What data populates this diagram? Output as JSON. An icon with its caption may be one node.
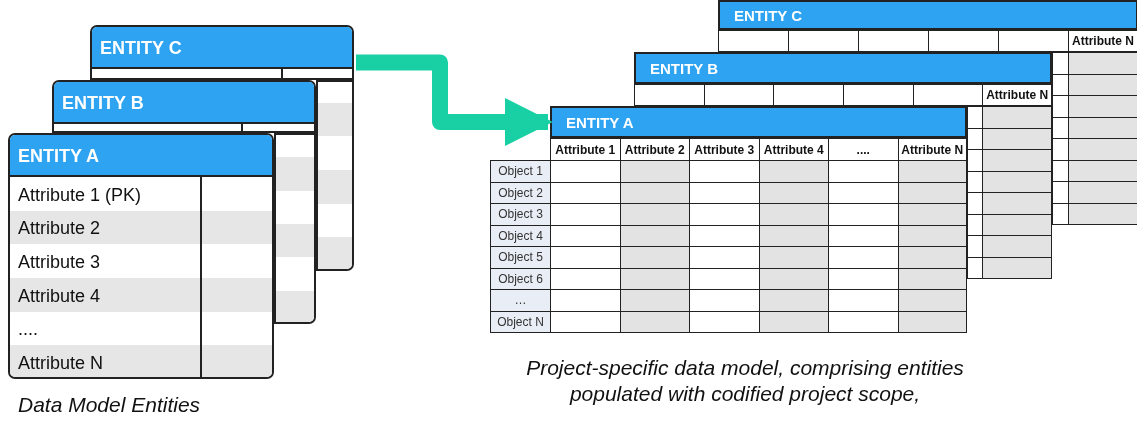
{
  "diagram": {
    "nodes": [
      {
        "text": [
          "ENTITY C"
        ]
      },
      {
        "text": [
          "ENTITY B"
        ]
      },
      {
        "text": [
          "ENTITY A",
          "Attribute 1 (PK)",
          "Attribute 2",
          "Attribute 3",
          "Attribute 4",
          "....",
          "Attribute N"
        ]
      },
      {
        "text": [
          "ENTITY C",
          "Attribute N"
        ]
      },
      {
        "text": [
          "ENTITY B",
          "Attribute N"
        ]
      },
      {
        "text": [
          "ENTITY A",
          "Attribute 1",
          "Attribute 2",
          "Attribute 3",
          "Attribute 4",
          "....",
          "Attribute N",
          "Object 1",
          "Object 2",
          "Object 3",
          "Object 4",
          "Object 5",
          "Object 6",
          "…",
          "Object N"
        ]
      }
    ],
    "edges": [
      {
        "from": 0,
        "to": 5,
        "arrow": "to",
        "color": "#19d0a4"
      }
    ],
    "labels": [
      "Data Model Entities",
      "Project-specific data model, comprising entities populated with codified project scope,"
    ]
  }
}
